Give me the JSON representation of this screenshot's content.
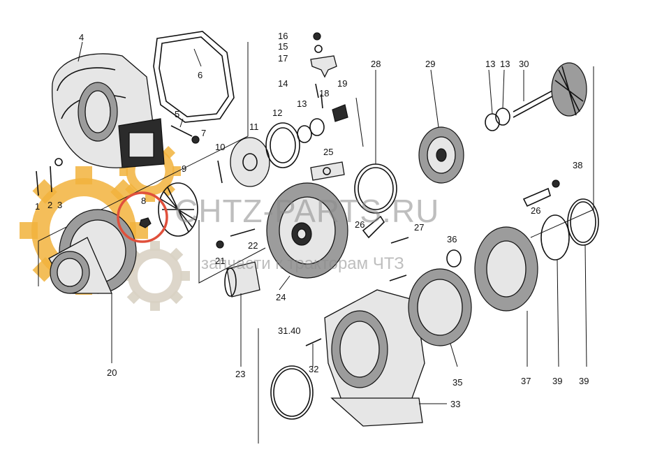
{
  "watermark": {
    "brand": "CHTZ-PARTS.RU",
    "tagline": "запчасти к тракторам ЧТЗ",
    "colors": {
      "gear_orange": "#f2b33d",
      "gear_gray": "#d9d2c4",
      "text_gray": "#8a8a8a",
      "highlight_red": "#e0503c"
    }
  },
  "callouts": [
    {
      "id": "p1",
      "label": "1"
    },
    {
      "id": "p2",
      "label": "2"
    },
    {
      "id": "p3",
      "label": "3"
    },
    {
      "id": "p4",
      "label": "4"
    },
    {
      "id": "p5",
      "label": "5"
    },
    {
      "id": "p6",
      "label": "6"
    },
    {
      "id": "p7",
      "label": "7"
    },
    {
      "id": "p8",
      "label": "8"
    },
    {
      "id": "p9",
      "label": "9"
    },
    {
      "id": "p10",
      "label": "10"
    },
    {
      "id": "p11",
      "label": "11"
    },
    {
      "id": "p12",
      "label": "12"
    },
    {
      "id": "p13a",
      "label": "13"
    },
    {
      "id": "p13b",
      "label": "13"
    },
    {
      "id": "p13c",
      "label": "13"
    },
    {
      "id": "p14",
      "label": "14"
    },
    {
      "id": "p15",
      "label": "15"
    },
    {
      "id": "p16",
      "label": "16"
    },
    {
      "id": "p17",
      "label": "17"
    },
    {
      "id": "p18",
      "label": "18"
    },
    {
      "id": "p19",
      "label": "19"
    },
    {
      "id": "p20",
      "label": "20"
    },
    {
      "id": "p21",
      "label": "21"
    },
    {
      "id": "p22",
      "label": "22"
    },
    {
      "id": "p23",
      "label": "23"
    },
    {
      "id": "p24",
      "label": "24"
    },
    {
      "id": "p25",
      "label": "25"
    },
    {
      "id": "p26a",
      "label": "26"
    },
    {
      "id": "p26b",
      "label": "26"
    },
    {
      "id": "p27",
      "label": "27"
    },
    {
      "id": "p28",
      "label": "28"
    },
    {
      "id": "p29",
      "label": "29"
    },
    {
      "id": "p30",
      "label": "30"
    },
    {
      "id": "p31",
      "label": "31.40"
    },
    {
      "id": "p32",
      "label": "32"
    },
    {
      "id": "p33",
      "label": "33"
    },
    {
      "id": "p35",
      "label": "35"
    },
    {
      "id": "p36",
      "label": "36"
    },
    {
      "id": "p37",
      "label": "37"
    },
    {
      "id": "p38",
      "label": "38"
    },
    {
      "id": "p39a",
      "label": "39"
    },
    {
      "id": "p39b",
      "label": "39"
    }
  ]
}
